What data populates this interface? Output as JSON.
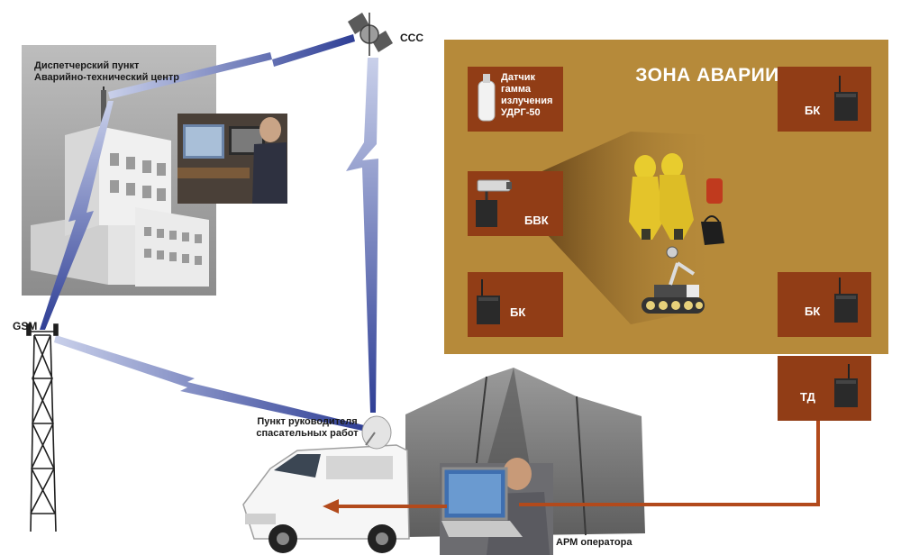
{
  "labels": {
    "dispatch_line1": "Диспетчерский пункт",
    "dispatch_line2": "Аварийно-технический центр",
    "satellite": "ССС",
    "gsm": "GSM",
    "command_line1": "Пункт руководителя",
    "command_line2": "спасательных работ",
    "operator": "АРМ оператора"
  },
  "zone": {
    "title": "ЗОНА АВАРИИ",
    "sensor_lines": [
      "Датчик",
      "гамма",
      "излучения",
      "УДРГ-50"
    ],
    "units": {
      "bk_top_right": "БК",
      "bvk": "БВК",
      "bk_bottom_left": "БК",
      "bk_bottom_right": "БК",
      "td": "ТД"
    }
  },
  "colors": {
    "zone_bg": "#b68a3a",
    "unit_box": "#913d16",
    "link_line": "#b24a1c",
    "radio_link": "#3a4da0"
  }
}
